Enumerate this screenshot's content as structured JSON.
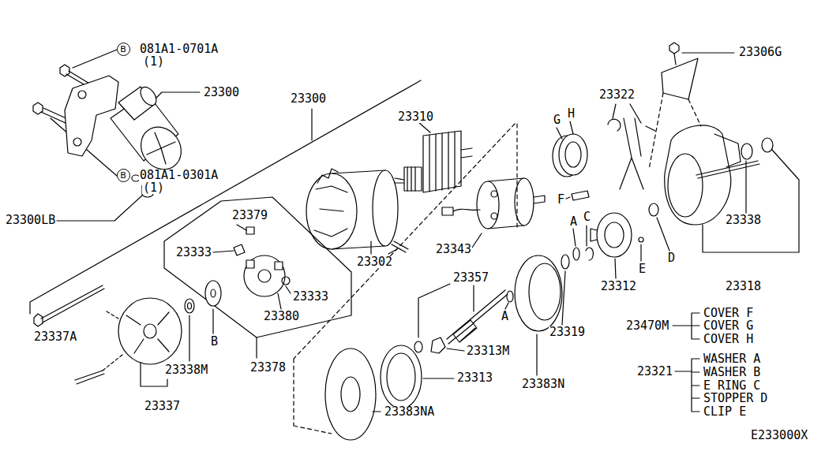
{
  "diagram": {
    "nodes": [
      {
        "text": [
          "B"
        ]
      },
      {
        "text": [
          "B"
        ]
      }
    ],
    "labels": [
      "081A1-0701A",
      "(1)",
      "23300",
      "081A1-0301A",
      "(1)",
      "23300LB",
      "23300",
      "23310",
      "23322",
      "G",
      "H",
      "23306G",
      "23379",
      "23333",
      "23333",
      "23380",
      "23378",
      "23302",
      "23343",
      "F",
      "A",
      "C",
      "E",
      "D",
      "23338",
      "23312",
      "23318",
      "23357",
      "A",
      "23319",
      "23313M",
      "23383N",
      "23313",
      "23383NA",
      "23337A",
      "B",
      "23338M",
      "23337",
      "23470M",
      "COVER F",
      "COVER G",
      "COVER H",
      "23321",
      "WASHER A",
      "WASHER B",
      "E RING C",
      "STOPPER D",
      "CLIP E",
      "E233000X"
    ]
  }
}
